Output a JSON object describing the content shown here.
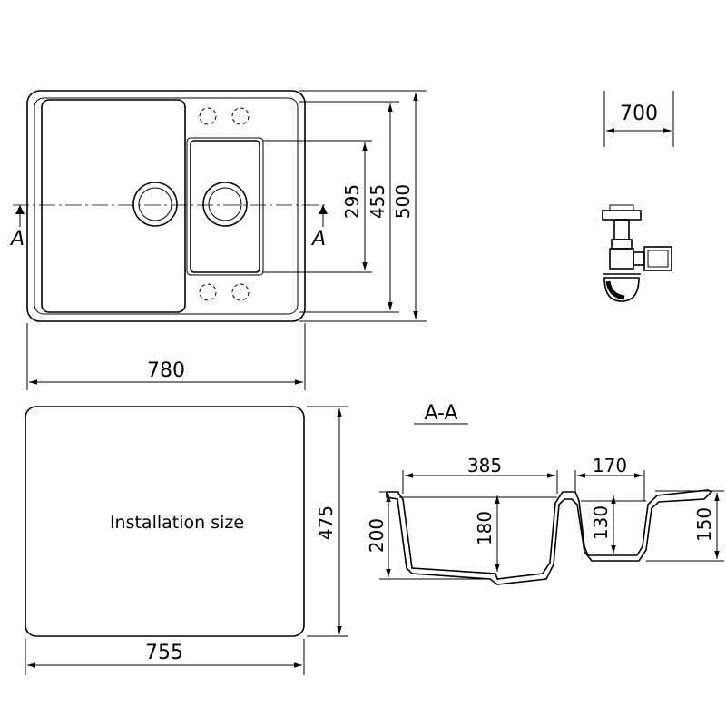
{
  "top_view": {
    "width": "780",
    "depth": "500",
    "small_bowl_outer": "455",
    "small_bowl_inner": "295",
    "section_marker_left": "A",
    "section_marker_right": "A"
  },
  "cabinet": {
    "size": "700"
  },
  "installation": {
    "label": "Installation size",
    "width": "755",
    "height": "475"
  },
  "section": {
    "title": "A-A",
    "big_bowl_width": "385",
    "small_bowl_width": "170",
    "overall_height": "200",
    "big_bowl_depth": "180",
    "small_bowl_depth": "130",
    "right_height": "150"
  }
}
